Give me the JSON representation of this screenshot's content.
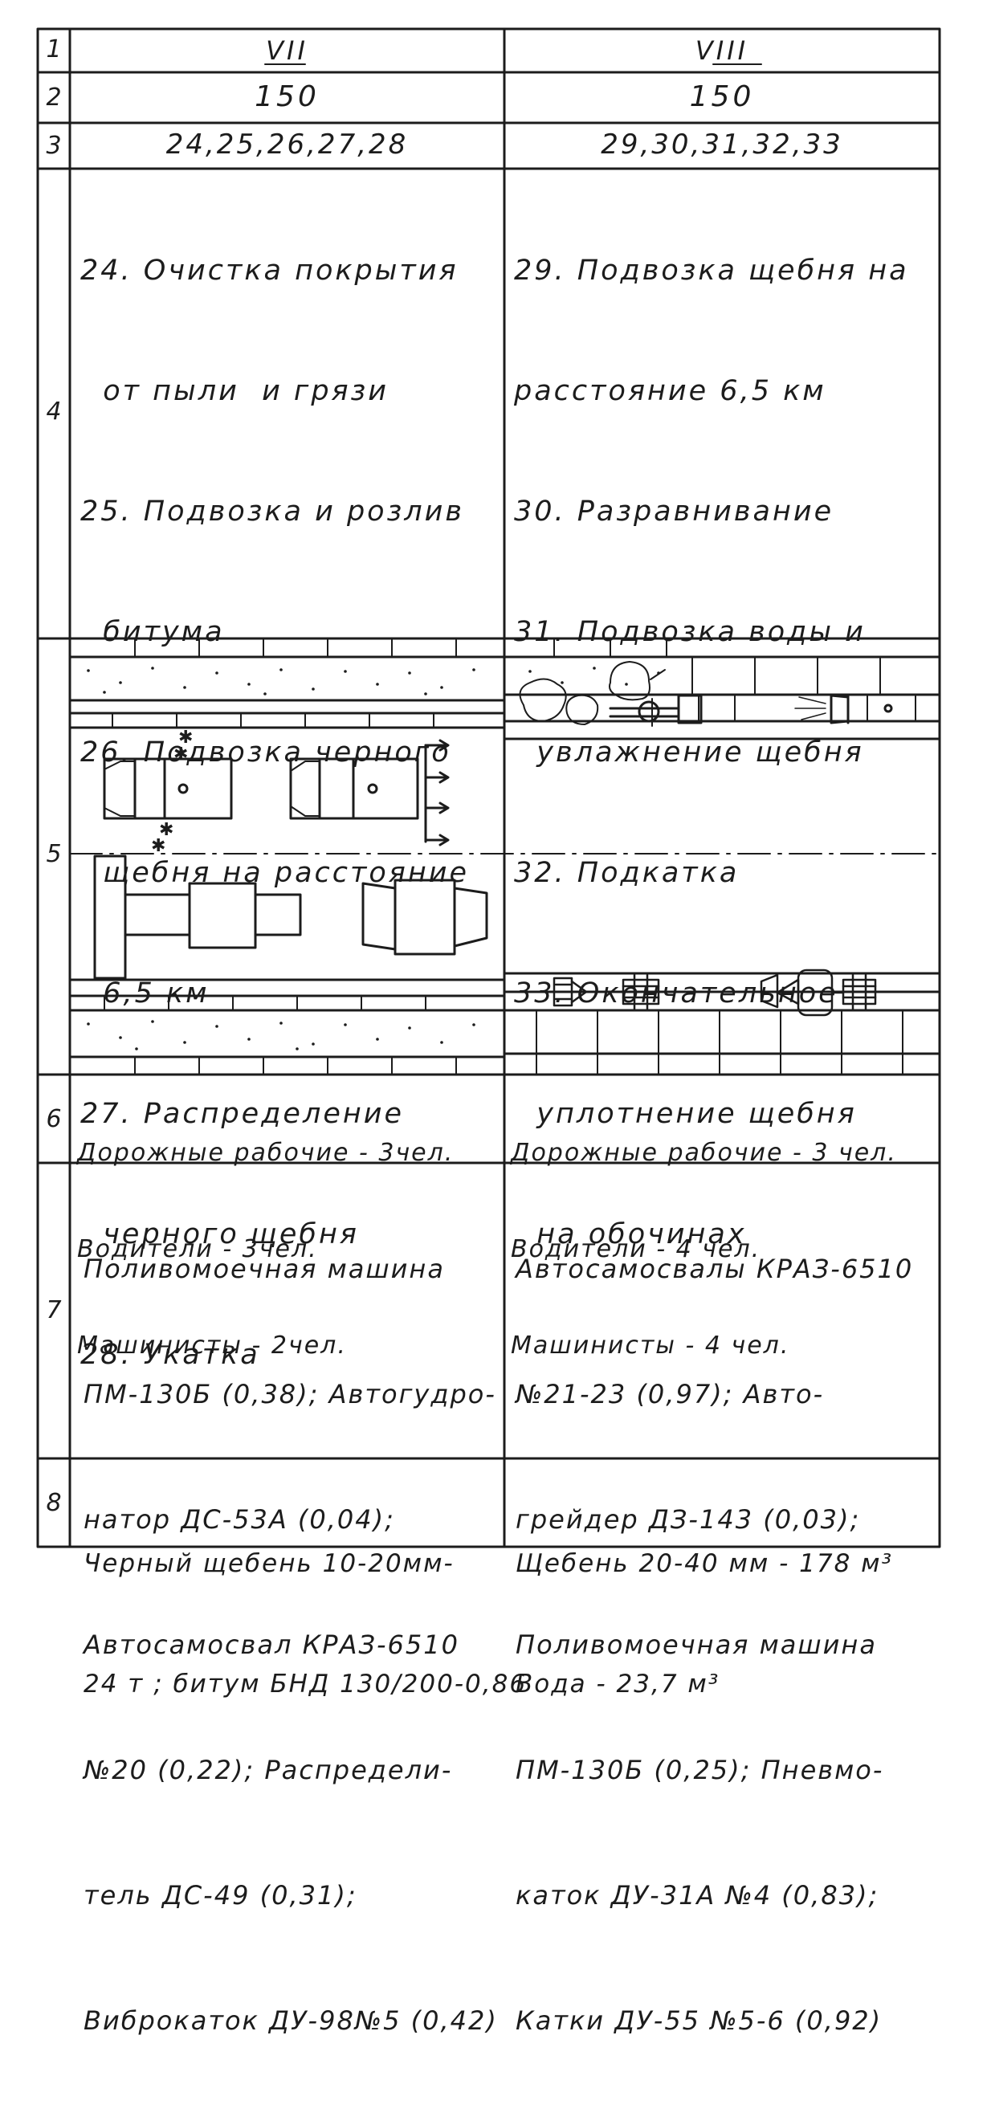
{
  "row_numbers": [
    "1",
    "2",
    "3",
    "4",
    "5",
    "6",
    "7",
    "8"
  ],
  "row1": {
    "left": "VII",
    "right": "VIII"
  },
  "row2": {
    "left": "150",
    "right": "150"
  },
  "row3": {
    "left": "24,25,26,27,28",
    "right": "29,30,31,32,33"
  },
  "row4": {
    "left": [
      "24. Очистка покрытия",
      "  от пыли  и грязи",
      "25. Подвозка и розлив",
      "  битума",
      "26. Подвозка черного",
      "  щебня на расстояние",
      "  6,5 км",
      "27. Распределение",
      "  черного щебня",
      "28. Укатка"
    ],
    "right": [
      "29. Подвозка щебня на",
      "расстояние 6,5 км",
      "30. Разравнивание",
      "31. Подвозка воды и",
      "  увлажнение щебня",
      "32. Подкатка",
      "33. Окончательное",
      "  уплотнение щебня",
      "  на обочинах"
    ]
  },
  "row6": {
    "left": [
      "Дорожные рабочие - 3чел.",
      "Водители - 3чел.",
      "Машинисты - 2чел."
    ],
    "right": [
      "Дорожные рабочие - 3 чел.",
      "Водители - 4 чел.",
      "Машинисты - 4 чел."
    ]
  },
  "row7": {
    "left": [
      "Поливомоечная машина",
      "ПМ-130Б (0,38); Автогудро-",
      "натор ДС-53А (0,04);",
      "Автосамосвал КРАЗ-6510",
      "№20 (0,22); Распредели-",
      "тель ДС-49 (0,31);",
      "Виброкаток ДУ-98№5 (0,42)"
    ],
    "right": [
      "Автосамосвалы КРАЗ-6510",
      "№21-23 (0,97); Авто-",
      "грейдер ДЗ-143 (0,03);",
      "Поливомоечная машина",
      "ПМ-130Б (0,25); Пневмо-",
      "каток ДУ-31А №4 (0,83);",
      "Катки ДУ-55 №5-6 (0,92)"
    ]
  },
  "row8": {
    "left": [
      "Черный щебень 10-20мм-",
      "24 т ; битум БНД 130/200-0,86"
    ],
    "right": [
      "Щебень 20-40 мм - 178 м³",
      "Вода - 23,7 м³"
    ]
  }
}
